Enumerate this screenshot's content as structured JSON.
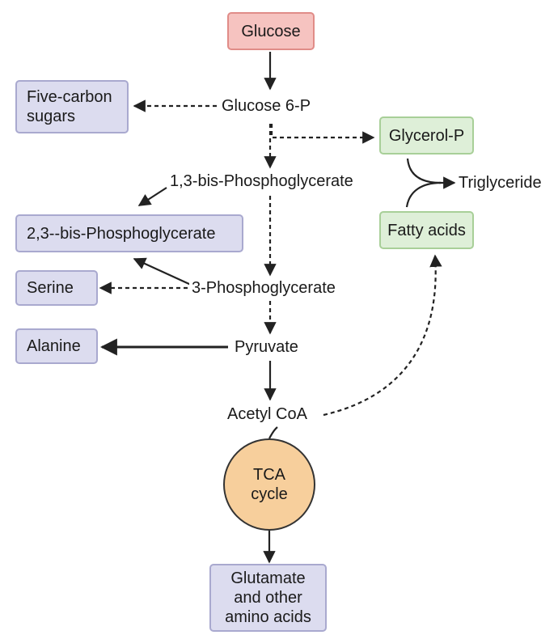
{
  "nodes": {
    "glucose": "Glucose",
    "five_carbon": [
      "Five-carbon",
      "sugars"
    ],
    "glucose6p": "Glucose 6-P",
    "glycerol_p": "Glycerol-P",
    "triglyceride": "Triglyceride",
    "fatty_acids": "Fatty acids",
    "bpg13": "1,3-bis-Phosphoglycerate",
    "bpg23": "2,3--bis-Phosphoglycerate",
    "serine": "Serine",
    "pg3": "3-Phosphoglycerate",
    "alanine": "Alanine",
    "pyruvate": "Pyruvate",
    "acetyl_coa": "Acetyl CoA",
    "tca": [
      "TCA",
      "cycle"
    ],
    "glutamate": [
      "Glutamate",
      "and other",
      "amino acids"
    ]
  },
  "colors": {
    "purple_fill": "#dcdcef",
    "green_fill": "#deefd8",
    "red_fill": "#f6c3c0",
    "tca_fill": "#f7cf9c"
  }
}
